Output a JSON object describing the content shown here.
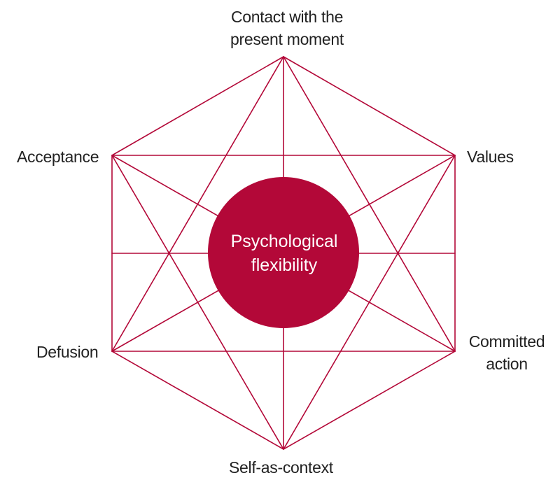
{
  "diagram": {
    "center": {
      "line1": "Psychological",
      "line2": "flexibility"
    },
    "nodes": {
      "top": {
        "line1": "Contact with the",
        "line2": "present moment"
      },
      "upper_left": {
        "label": "Acceptance"
      },
      "upper_right": {
        "label": "Values"
      },
      "lower_left": {
        "label": "Defusion"
      },
      "lower_right": {
        "line1": "Committed",
        "line2": "action"
      },
      "bottom": {
        "label": "Self-as-context"
      }
    }
  },
  "colors": {
    "accent": "#b30838",
    "text": "#222222",
    "center_text": "#ffffff"
  }
}
